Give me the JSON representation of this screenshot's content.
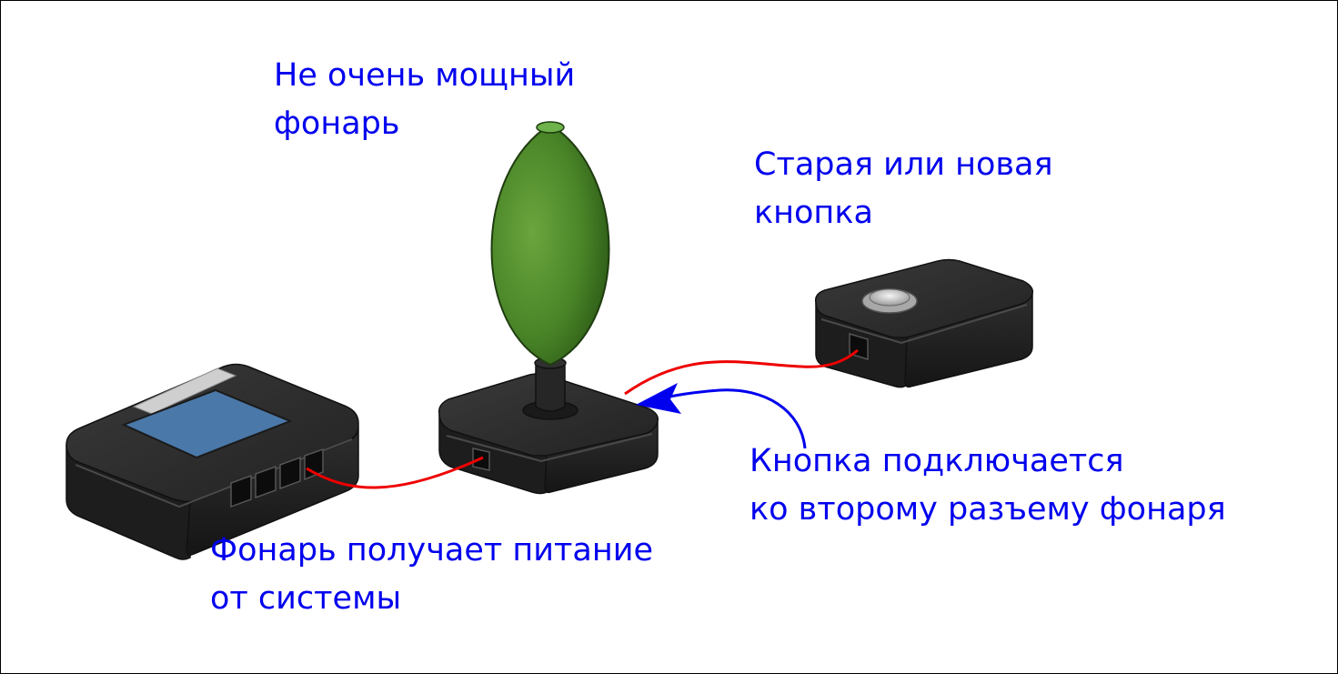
{
  "colors": {
    "label_text": "#0000ee",
    "box_body": "#2b2b2b",
    "lantern_green": "#4e8a2c",
    "cable_red": "#ee0000",
    "arrow_blue": "#0000ee",
    "screen_blue": "#4a78a8"
  },
  "labels": {
    "lantern": {
      "line1": "Не очень мощный",
      "line2": "фонарь"
    },
    "button": {
      "line1": "Старая или новая",
      "line2": "кнопка"
    },
    "connect": {
      "line1": "Кнопка подключается",
      "line2": "ко второму разъему фонаря"
    },
    "power": {
      "line1": "Фонарь получает питание",
      "line2": "от системы"
    }
  },
  "objects": [
    {
      "name": "control-unit",
      "kind": "box with screen and four ports"
    },
    {
      "name": "lantern",
      "kind": "green ellipsoid lamp on stand"
    },
    {
      "name": "button-module",
      "kind": "box with push button"
    }
  ]
}
